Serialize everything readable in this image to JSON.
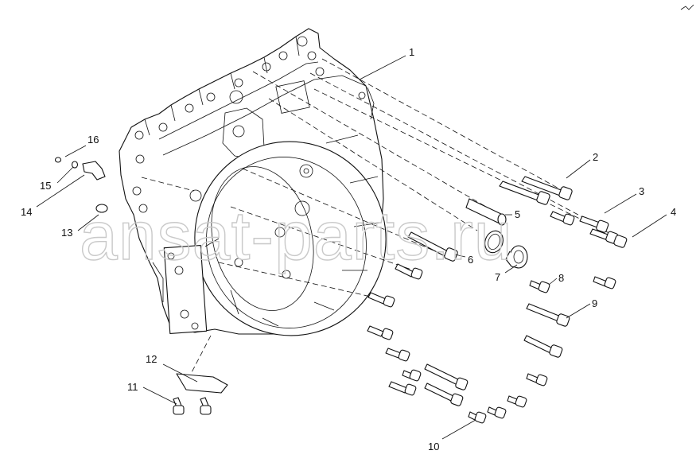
{
  "watermark": "ansat-parts.ru",
  "callouts": {
    "c1": "1",
    "c2": "2",
    "c3": "3",
    "c4": "4",
    "c5": "5",
    "c6": "6",
    "c7": "7",
    "c8": "8",
    "c9": "9",
    "c10": "10",
    "c11": "11",
    "c12": "12",
    "c13": "13",
    "c14": "14",
    "c15": "15",
    "c16": "16"
  }
}
